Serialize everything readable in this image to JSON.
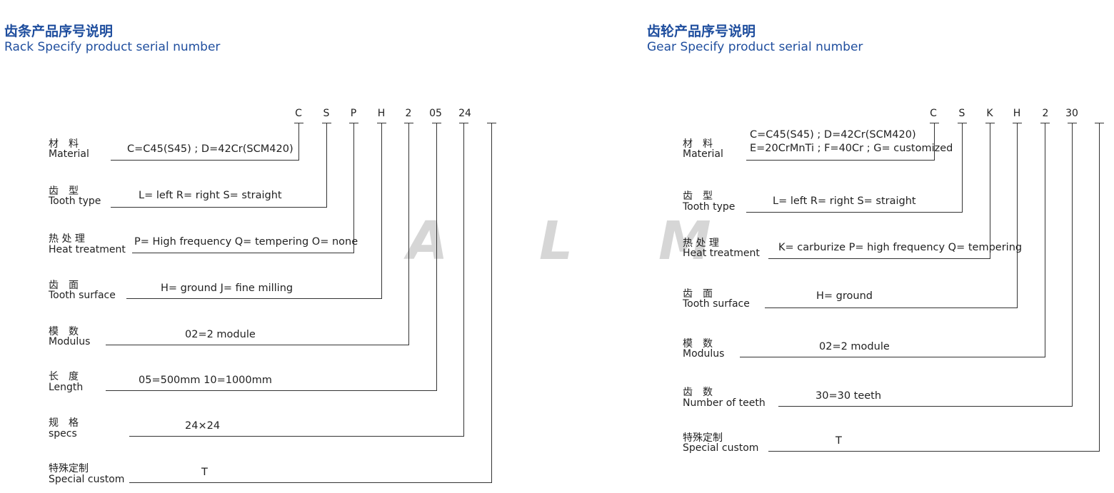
{
  "watermark": [
    "A",
    "L",
    "M"
  ],
  "rack": {
    "title_cn": "齿条产品序号说明",
    "title_en": "Rack Specify product serial number",
    "codes": [
      "C",
      "S",
      "P",
      "H",
      "2",
      "05",
      "24"
    ],
    "rows": [
      {
        "cn": "材　料",
        "en": "Material",
        "desc": "C=C45(S45) ; D=42Cr(SCM420)"
      },
      {
        "cn": "齿　型",
        "en": "Tooth type",
        "desc": "L= left   R= right   S= straight"
      },
      {
        "cn": "热 处 理",
        "en": "Heat treatment",
        "desc": "P= High frequency    Q= tempering   O= none"
      },
      {
        "cn": "齿　面",
        "en": "Tooth surface",
        "desc": "H= ground     J= fine milling"
      },
      {
        "cn": "模　数",
        "en": "Modulus",
        "desc": "02=2 module"
      },
      {
        "cn": "长　度",
        "en": "Length",
        "desc": "05=500mm   10=1000mm"
      },
      {
        "cn": "规　格",
        "en": "specs",
        "desc": "24×24"
      },
      {
        "cn": "特殊定制",
        "en": "Special custom",
        "desc": "T"
      }
    ]
  },
  "gear": {
    "title_cn": "齿轮产品序号说明",
    "title_en": "Gear Specify product serial number",
    "codes": [
      "C",
      "S",
      "K",
      "H",
      "2",
      "30"
    ],
    "rows": [
      {
        "cn": "材　料",
        "en": "Material",
        "desc": "C=C45(S45) ; D=42Cr(SCM420)",
        "desc2": "E=20CrMnTi ; F=40Cr ; G= customized"
      },
      {
        "cn": "齿　型",
        "en": "Tooth type",
        "desc": "L= left   R= right   S= straight"
      },
      {
        "cn": "热 处 理",
        "en": "Heat treatment",
        "desc": "K= carburize   P= high frequency    Q= tempering"
      },
      {
        "cn": "齿　面",
        "en": "Tooth surface",
        "desc": "H= ground"
      },
      {
        "cn": "模　数",
        "en": "Modulus",
        "desc": "02=2 module"
      },
      {
        "cn": "齿　数",
        "en": "Number of teeth",
        "desc": "30=30 teeth"
      },
      {
        "cn": "特殊定制",
        "en": "Special custom",
        "desc": "T"
      }
    ]
  }
}
